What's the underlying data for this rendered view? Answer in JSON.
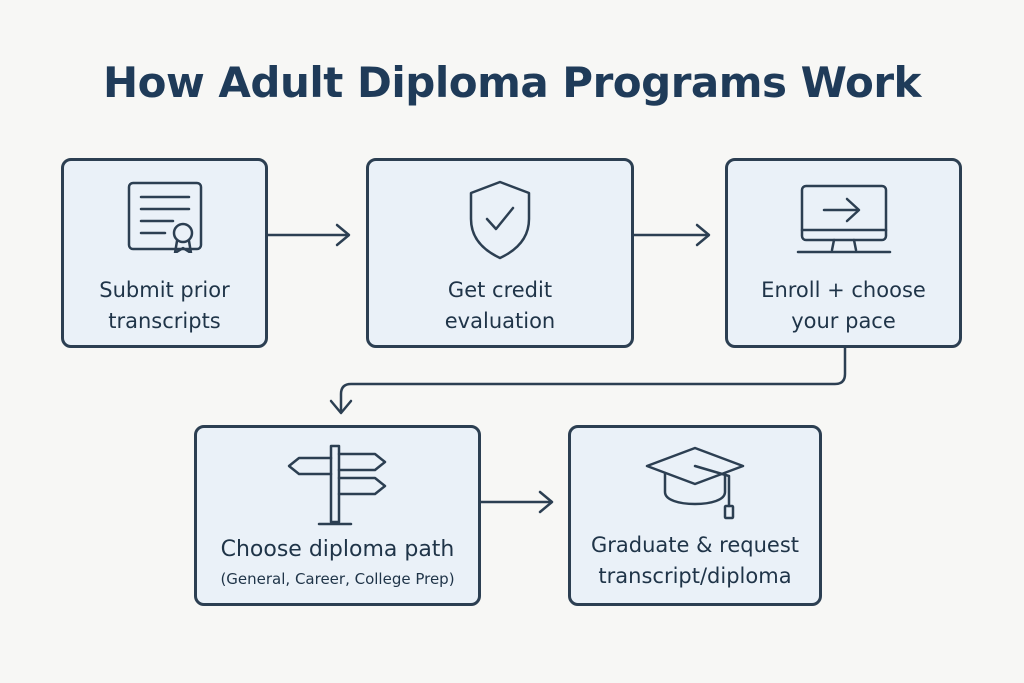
{
  "title": "How Adult Diploma Programs Work",
  "steps": [
    {
      "icon": "certificate-icon",
      "lines": [
        "Submit prior",
        "transcripts"
      ]
    },
    {
      "icon": "shield-check-icon",
      "lines": [
        "Get credit",
        "evaluation"
      ]
    },
    {
      "icon": "monitor-arrow-icon",
      "lines": [
        "Enroll + choose",
        "your pace"
      ]
    },
    {
      "icon": "signpost-icon",
      "lines": [
        "Choose diploma path"
      ],
      "sub": "(General, Career, College Prep)"
    },
    {
      "icon": "graduation-cap-icon",
      "lines": [
        "Graduate & request",
        "transcript/diploma"
      ]
    }
  ],
  "colors": {
    "title": "#1f3b59",
    "stroke": "#2c3f52",
    "box_fill": "#eaf1f8",
    "background": "#f7f7f5"
  }
}
